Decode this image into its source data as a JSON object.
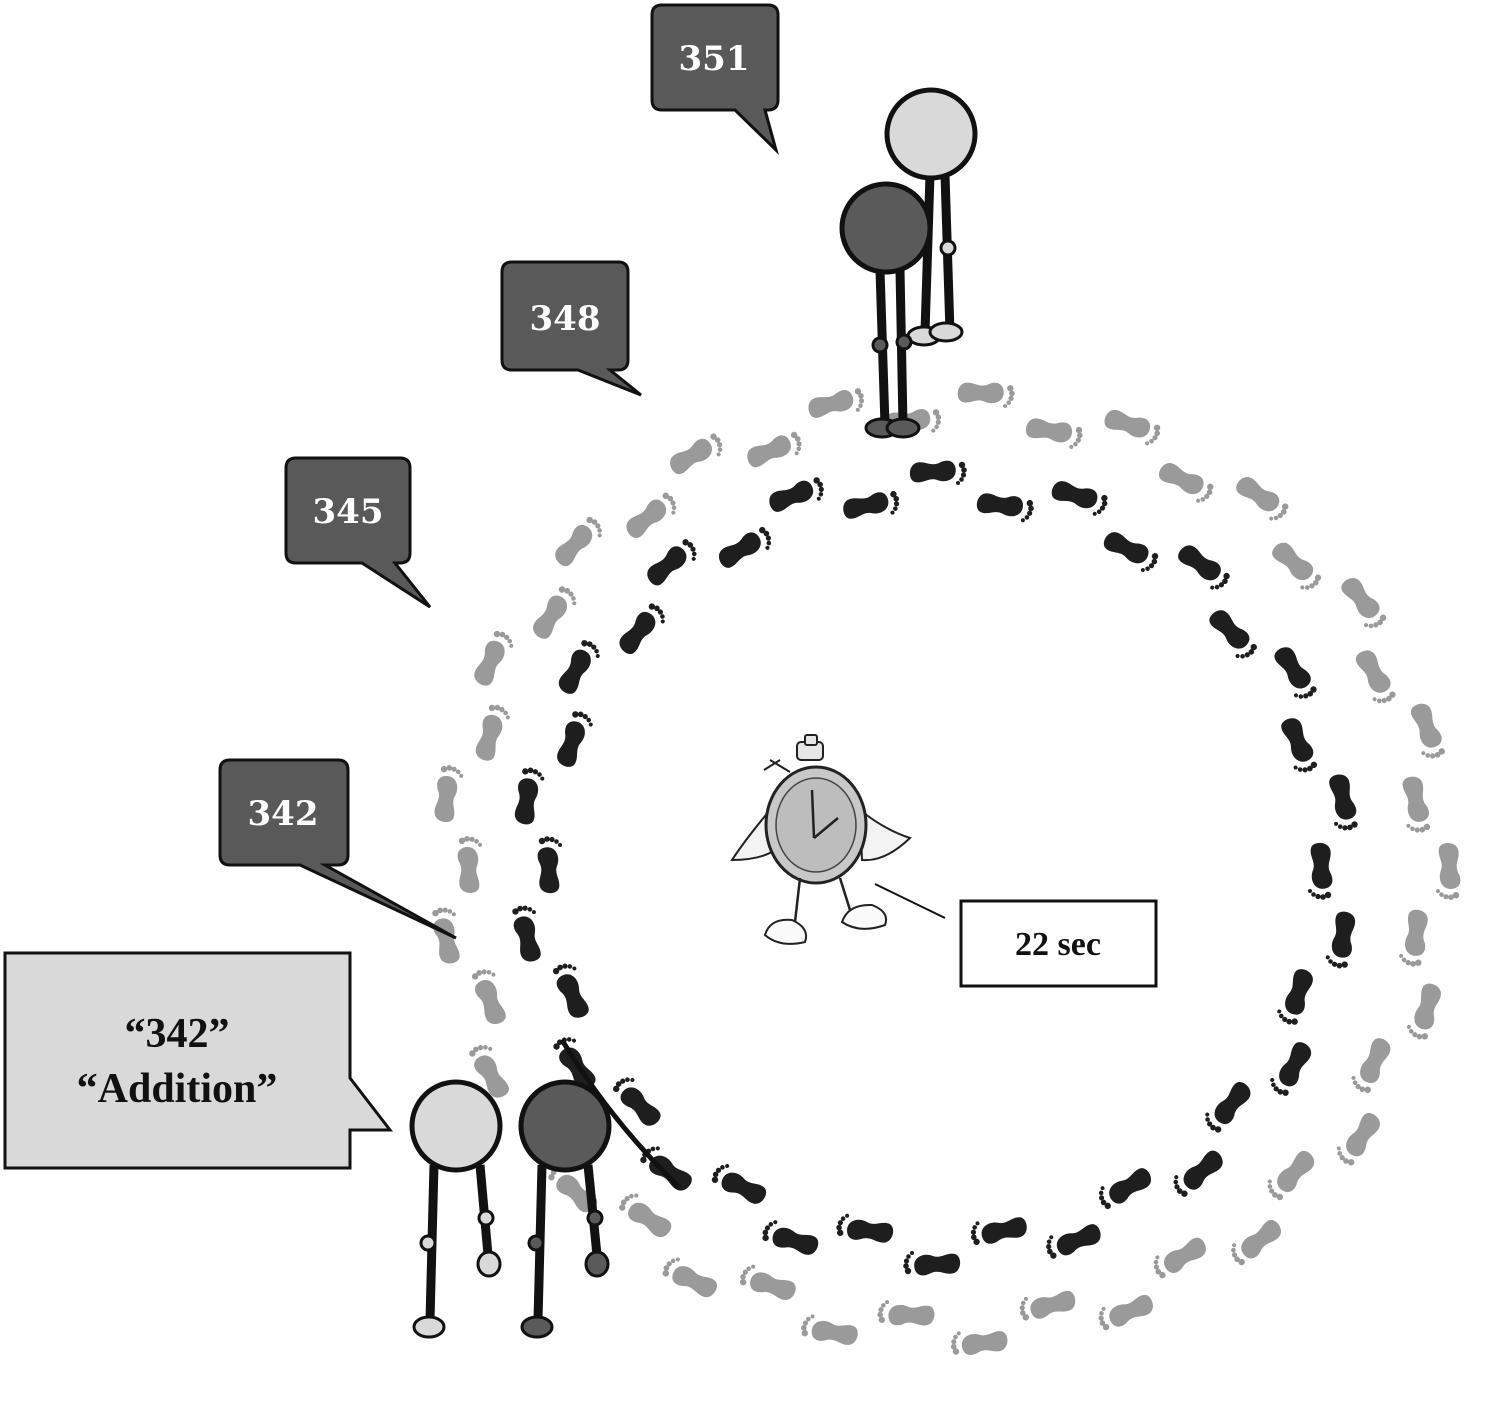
{
  "bubbles": [
    {
      "label": "351"
    },
    {
      "label": "348"
    },
    {
      "label": "345"
    },
    {
      "label": "342"
    }
  ],
  "callout": {
    "line1": "“342”",
    "line2": "“Addition”"
  },
  "timer": {
    "label": "22 sec"
  },
  "colors": {
    "bubble_fill": "#595959",
    "callout_fill": "#d9d9d9",
    "footprint_dark": "#1e1e1e",
    "footprint_light": "#9a9a9a",
    "figure_light": "#d9d9d9",
    "figure_dark": "#5a5a5a"
  }
}
